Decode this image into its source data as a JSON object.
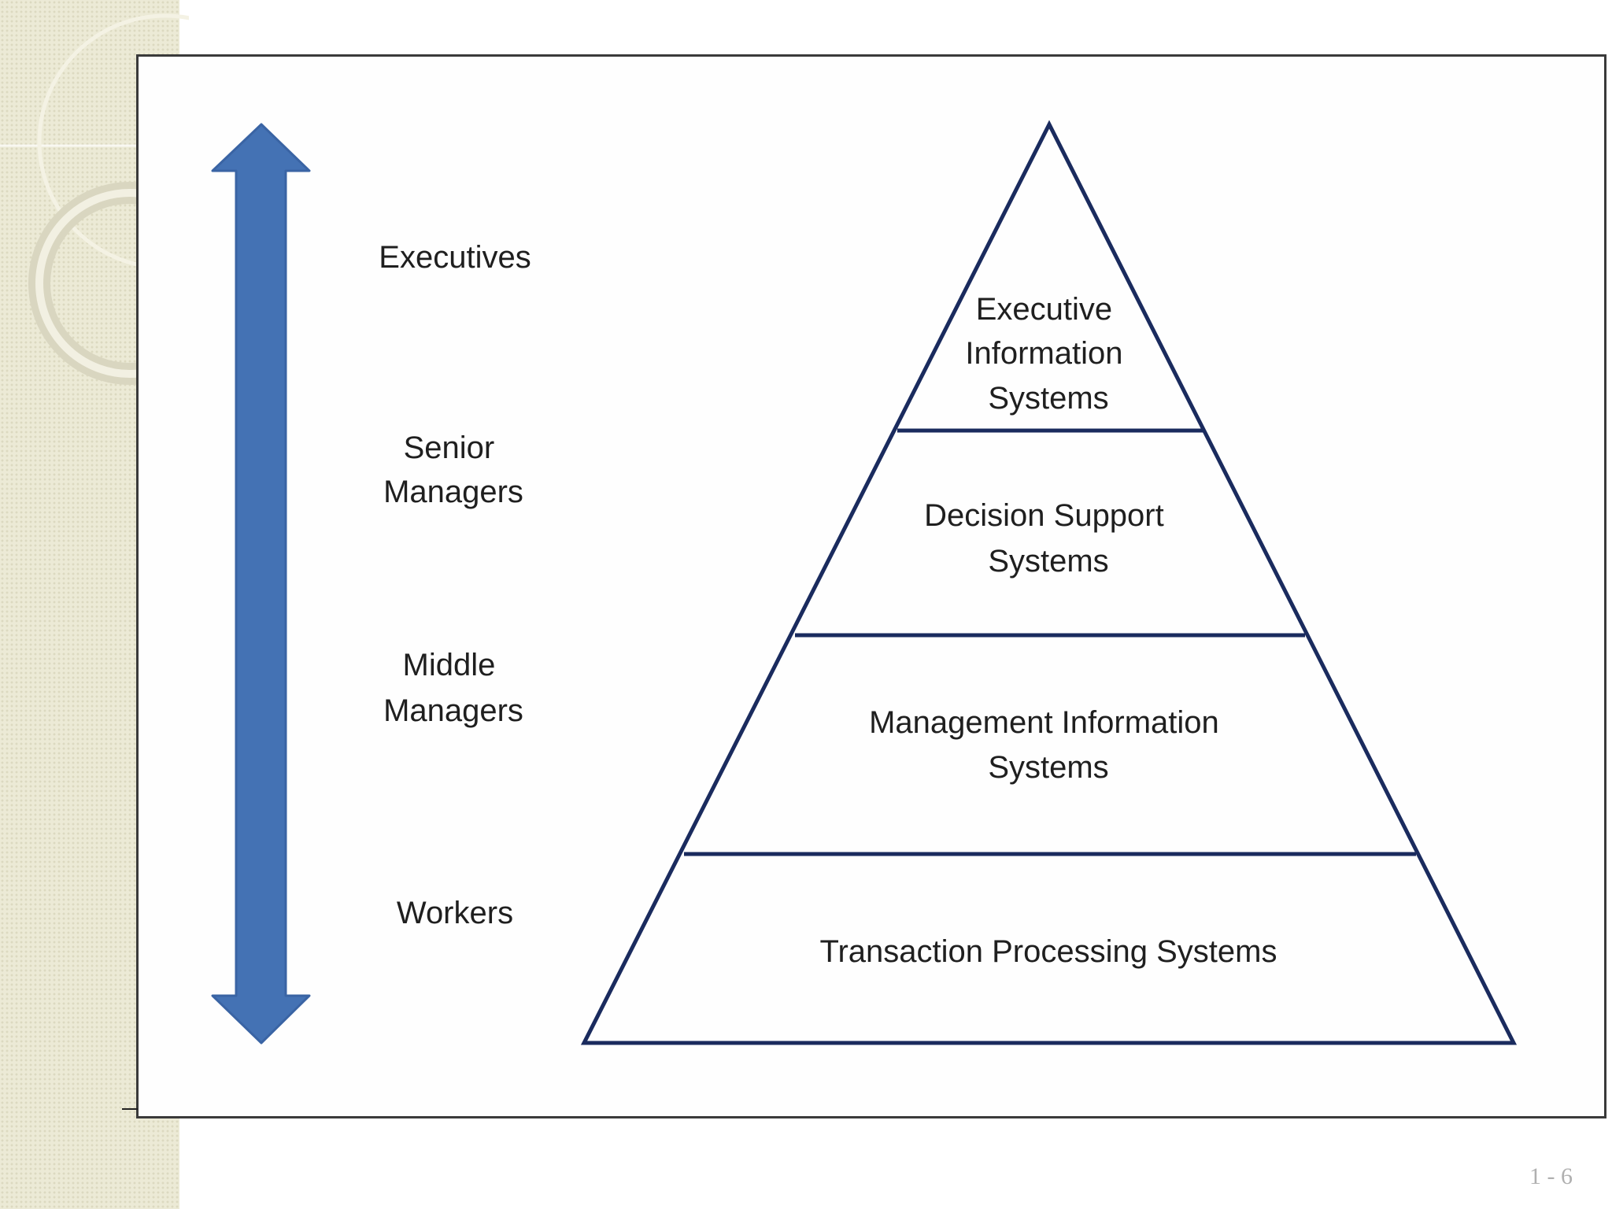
{
  "colors": {
    "arrow_fill": "#4472b4",
    "arrow_stroke": "#3a64a4",
    "pyramid_stroke": "#1a2b5e",
    "side_band": "#ecead6",
    "page_number": "#b0b0b0"
  },
  "roles": [
    {
      "lines": [
        "Executives"
      ]
    },
    {
      "lines": [
        "Senior",
        "Managers"
      ]
    },
    {
      "lines": [
        "Middle",
        "Managers"
      ]
    },
    {
      "lines": [
        "Workers"
      ]
    }
  ],
  "tiers": [
    {
      "lines": [
        "Executive",
        "Information",
        "Systems"
      ]
    },
    {
      "lines": [
        "Decision Support",
        "Systems"
      ]
    },
    {
      "lines": [
        "Management Information",
        "Systems"
      ]
    },
    {
      "lines": [
        "Transaction Processing Systems"
      ]
    }
  ],
  "arrow_icon": "double-headed-vertical-arrow",
  "page_number": "1 - 6"
}
